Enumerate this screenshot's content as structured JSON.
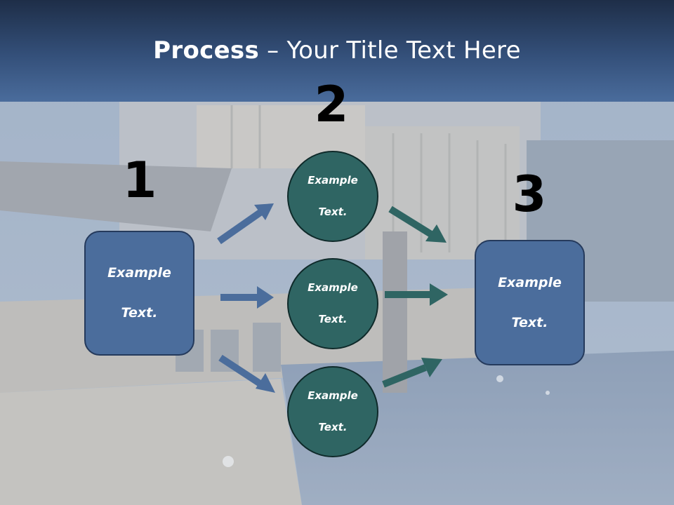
{
  "title": {
    "bold": "Process",
    "rest": " – Your Title Text Here"
  },
  "steps": {
    "one": "1",
    "two": "2",
    "three": "3"
  },
  "left_box": {
    "line1": "Example",
    "line2": "Text."
  },
  "circles": [
    {
      "line1": "Example",
      "line2": "Text."
    },
    {
      "line1": "Example",
      "line2": "Text."
    },
    {
      "line1": "Example",
      "line2": "Text."
    }
  ],
  "right_box": {
    "line1": "Example",
    "line2": "Text."
  },
  "colors": {
    "blue_arrow": "#4b6d9c",
    "teal_arrow": "#2f6563",
    "box": "#4b6d9c",
    "circle": "#2f6563"
  }
}
